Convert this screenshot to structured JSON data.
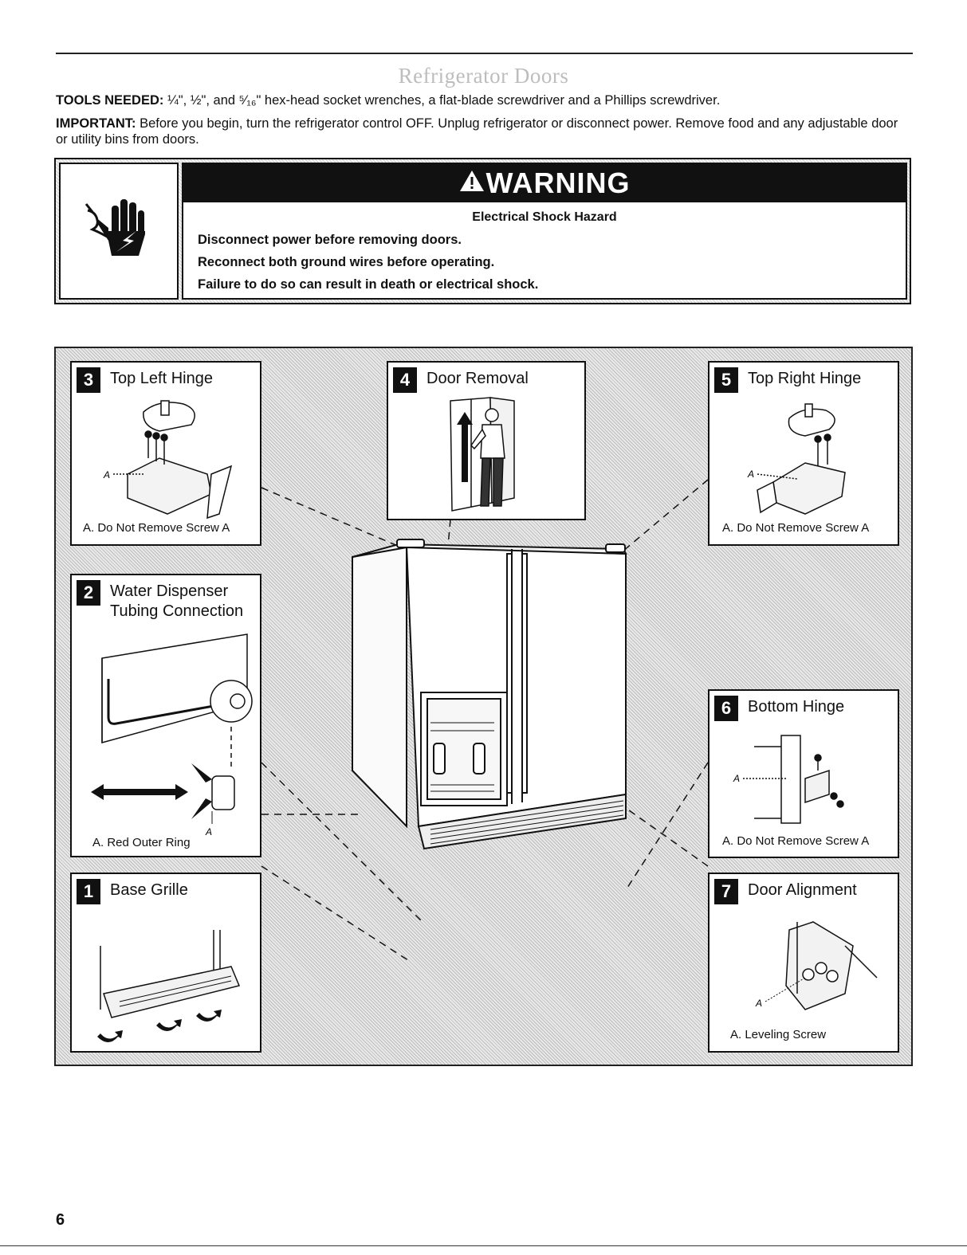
{
  "page": {
    "title": "Refrigerator Doors",
    "tools_label": "TOOLS NEEDED:",
    "tools_text": "¼\", ½\", and ⁵⁄₁₆\" hex-head socket wrenches, a flat-blade screwdriver and a Phillips screwdriver.",
    "important_label": "IMPORTANT:",
    "important_text": "Before you begin, turn the refrigerator control OFF. Unplug refrigerator or disconnect power. Remove food and any adjustable door or utility bins from doors.",
    "page_number": "6"
  },
  "warning": {
    "header": "WARNING",
    "hazard": "Electrical Shock Hazard",
    "lines": [
      "Disconnect power before removing doors.",
      "Reconnect both ground wires before operating.",
      "Failure to do so can result in death or electrical shock."
    ],
    "icon": "electric-shock-hand-icon"
  },
  "steps": [
    {
      "num": "1",
      "title": "Base Grille",
      "caption": ""
    },
    {
      "num": "2",
      "title": "Water Dispenser\nTubing Connection",
      "caption": "A. Red Outer Ring",
      "label": "A"
    },
    {
      "num": "3",
      "title": "Top Left Hinge",
      "caption": "A. Do Not Remove Screw A",
      "label": "A"
    },
    {
      "num": "4",
      "title": "Door Removal",
      "caption": ""
    },
    {
      "num": "5",
      "title": "Top Right Hinge",
      "caption": "A. Do Not Remove Screw A",
      "label": "A"
    },
    {
      "num": "6",
      "title": "Bottom Hinge",
      "caption": "A. Do Not Remove Screw A",
      "label": "A"
    },
    {
      "num": "7",
      "title": "Door Alignment",
      "caption": "A. Leveling Screw",
      "label": "A"
    }
  ]
}
